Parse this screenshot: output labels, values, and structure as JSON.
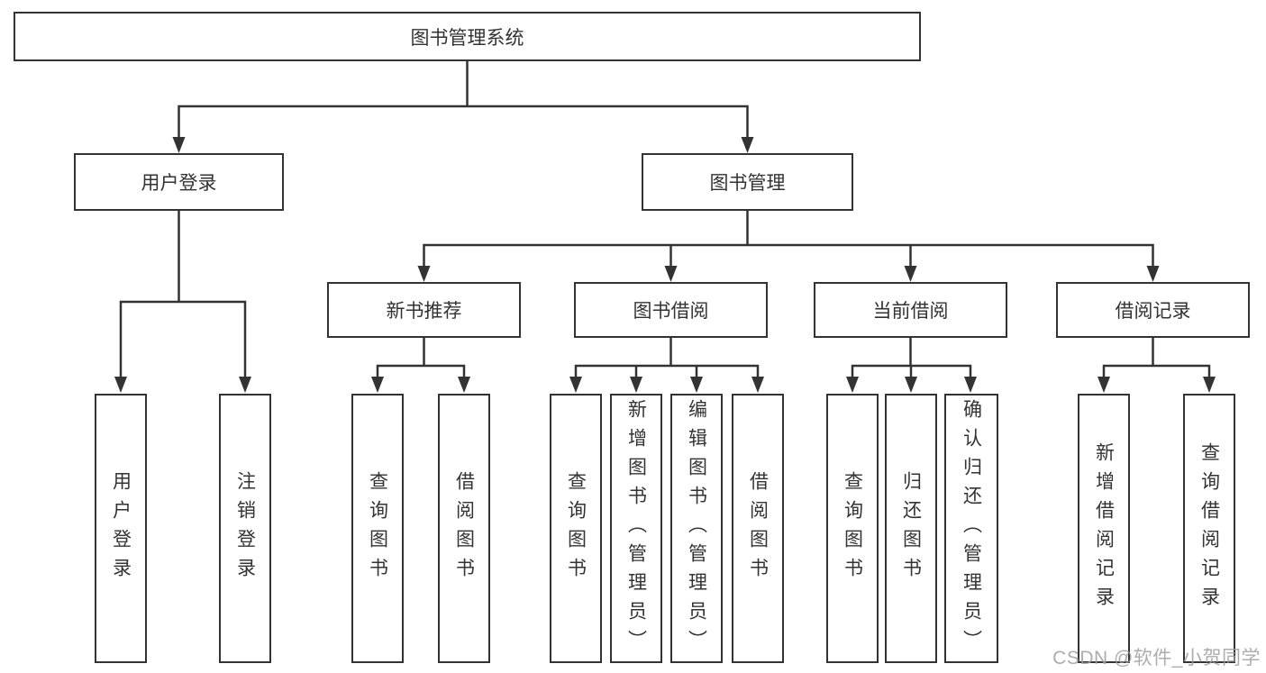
{
  "diagram": {
    "tree": {
      "root": {
        "label": "图书管理系统"
      },
      "level2": [
        {
          "label": "用户登录",
          "children": [
            {
              "label": "用户登录"
            },
            {
              "label": "注销登录"
            }
          ]
        },
        {
          "label": "图书管理",
          "children": [
            {
              "label": "新书推荐",
              "children": [
                {
                  "label": "查询图书"
                },
                {
                  "label": "借阅图书"
                }
              ]
            },
            {
              "label": "图书借阅",
              "children": [
                {
                  "label": "查询图书"
                },
                {
                  "label": "新增图书（管理员）"
                },
                {
                  "label": "编辑图书（管理员）"
                },
                {
                  "label": "借阅图书"
                }
              ]
            },
            {
              "label": "当前借阅",
              "children": [
                {
                  "label": "查询图书"
                },
                {
                  "label": "归还图书"
                },
                {
                  "label": "确认归还（管理员）"
                }
              ]
            },
            {
              "label": "借阅记录",
              "children": [
                {
                  "label": "新增借阅记录"
                },
                {
                  "label": "查询借阅记录"
                }
              ]
            }
          ]
        }
      ]
    },
    "colors": {
      "line": "#333333",
      "box_border": "#333333",
      "box_fill": "#ffffff",
      "text": "#333333",
      "background": "#ffffff",
      "watermark": "#9e9e9e"
    },
    "watermark": "CSDN @软件_小贺同学"
  }
}
